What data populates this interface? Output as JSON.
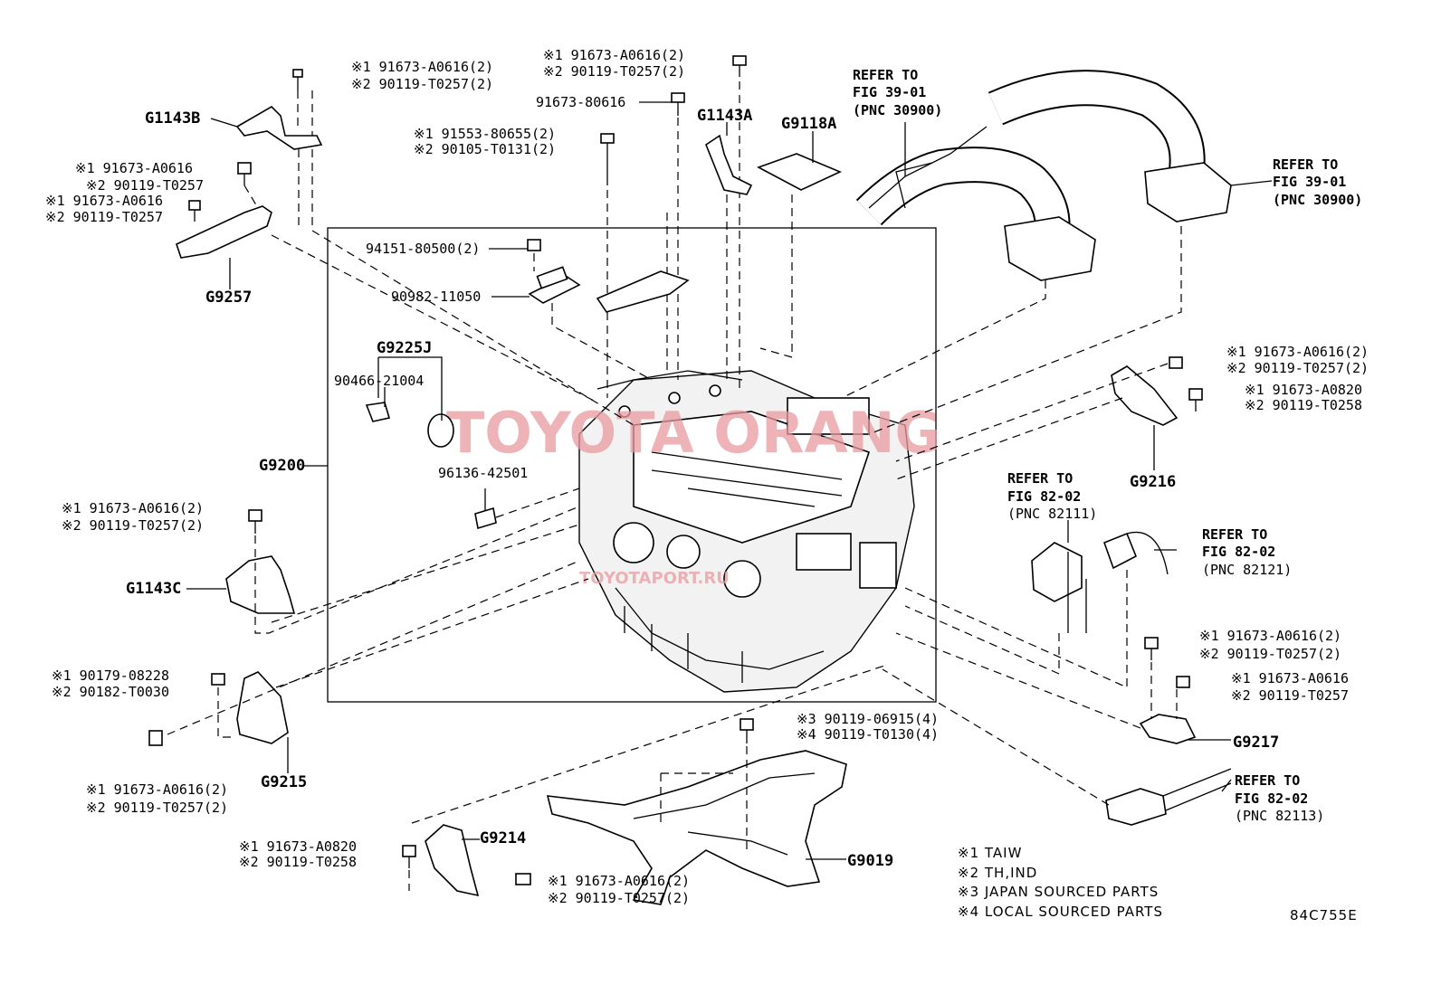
{
  "diagram": {
    "figure_code": "84C755E",
    "watermark": {
      "main": "TOYOTA ORANG",
      "sub": "TOYOTAPORT.RU"
    },
    "parts": {
      "g1143b": "G1143B",
      "g9257": "G9257",
      "g9225j": "G9225J",
      "g9200": "G9200",
      "g1143c": "G1143C",
      "g9215": "G9215",
      "g9214": "G9214",
      "g9019": "G9019",
      "g9217": "G9217",
      "g9216": "G9216",
      "g1143a": "G1143A",
      "g9118a": "G9118A"
    },
    "callouts": {
      "c1a": "※1 91673-A0616(2)",
      "c1b": "※2 90119-T0257(2)",
      "c2a": "※1 91673-A0616",
      "c2b": "※2 90119-T0257",
      "c3a": "※1 91673-A0616",
      "c3b": "※2 90119-T0257",
      "c4a": "※1 91673-A0616(2)",
      "c4b": "※2 90119-T0257(2)",
      "c5": "91673-80616",
      "c6a": "※1 91553-80655(2)",
      "c6b": "※2 90105-T0131(2)",
      "c7": "94151-80500(2)",
      "c8": "90982-11050",
      "c9": "90466-21004",
      "c10": "96136-42501",
      "c11a": "※1 91673-A0616(2)",
      "c11b": "※2 90119-T0257(2)",
      "c12a": "※1 90179-08228",
      "c12b": "※2 90182-T0030",
      "c13a": "※1 91673-A0616(2)",
      "c13b": "※2 90119-T0257(2)",
      "c14a": "※1 91673-A0820",
      "c14b": "※2 90119-T0258",
      "c15a": "※1 91673-A0616(2)",
      "c15b": "※2 90119-T0257(2)",
      "c16a": "※3 90119-06915(4)",
      "c16b": "※4 90119-T0130(4)",
      "c17a": "※1 91673-A0616(2)",
      "c17b": "※2 90119-T0257(2)",
      "c18a": "※1 91673-A0820",
      "c18b": "※2 90119-T0258",
      "c19a": "※1 91673-A0616(2)",
      "c19b": "※2 90119-T0257(2)",
      "c20a": "※1 91673-A0616",
      "c20b": "※2 90119-T0257"
    },
    "refers": {
      "r1": [
        "REFER TO",
        "FIG 39-01",
        "(PNC 30900)"
      ],
      "r2": [
        "REFER TO",
        "FIG 39-01",
        "(PNC 30900)"
      ],
      "r3": [
        "REFER TO",
        "FIG 82-02",
        "(PNC 82111)"
      ],
      "r4": [
        "REFER TO",
        "FIG 82-02",
        "(PNC 82121)"
      ],
      "r5": [
        "REFER TO",
        "FIG 82-02",
        "(PNC 82113)"
      ]
    },
    "legend": [
      "※1 TAIW",
      "※2 TH,IND",
      "※3 JAPAN SOURCED PARTS",
      "※4 LOCAL SOURCED PARTS"
    ]
  }
}
